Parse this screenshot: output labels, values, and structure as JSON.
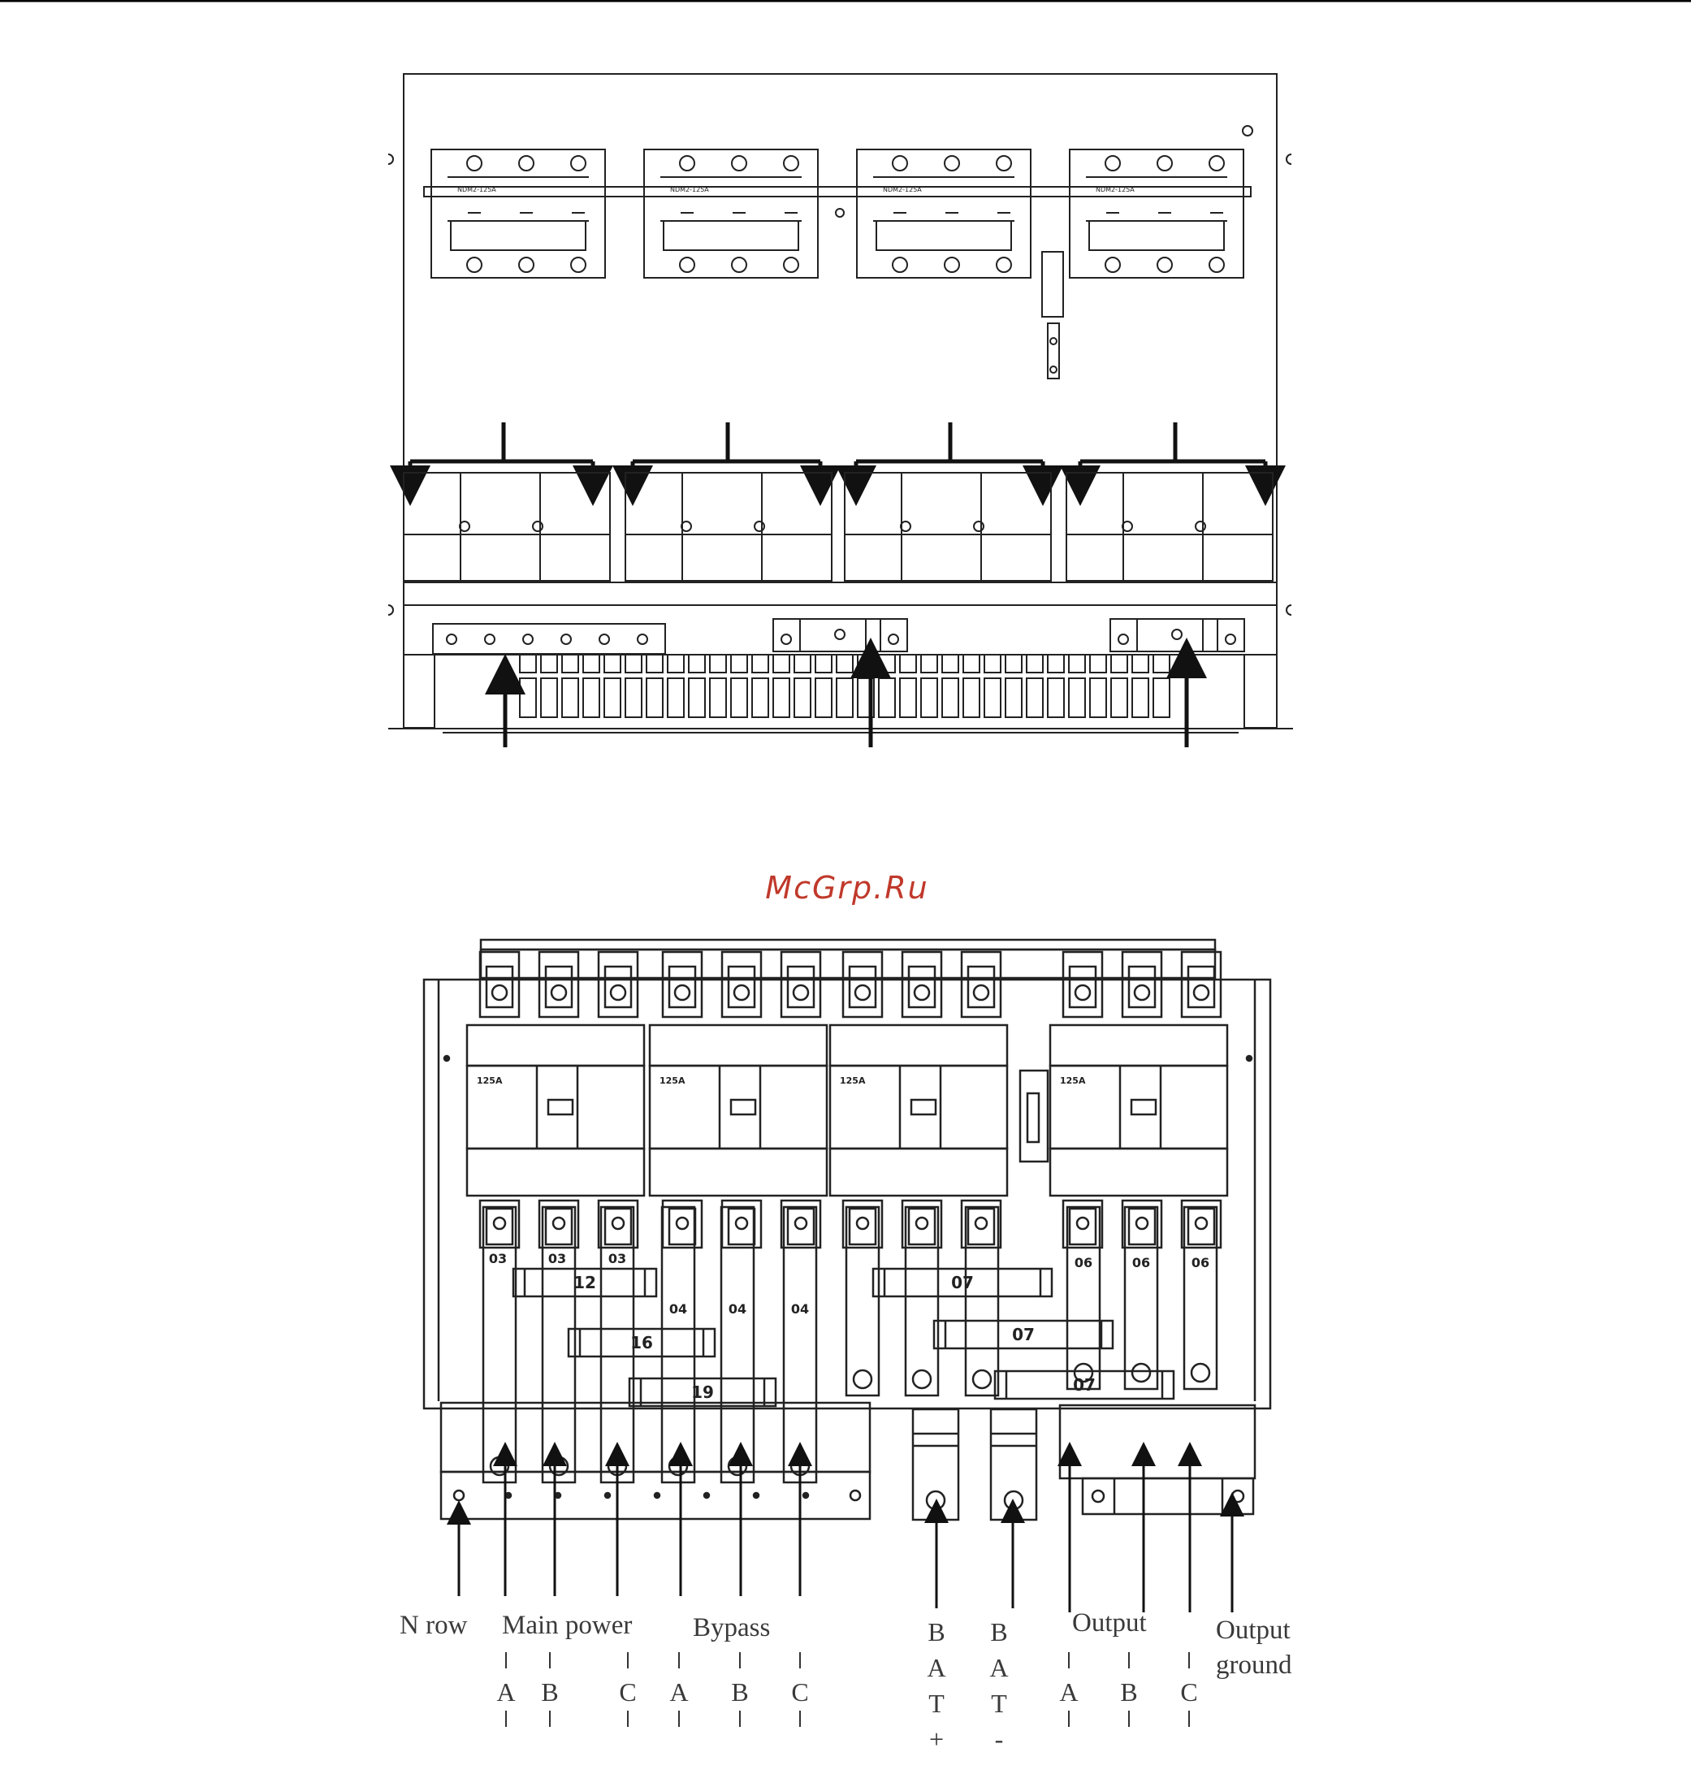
{
  "watermark": "McGrp.Ru",
  "top_diagram": {
    "breaker_labels": [
      "NDM2-125A",
      "NDM2-125A",
      "NDM2-125A",
      "NDM2-125A"
    ]
  },
  "bottom_diagram": {
    "breaker_labels": [
      "125A",
      "125A",
      "125A",
      "125A"
    ],
    "bar_numbers": [
      "03",
      "03",
      "03",
      "12",
      "16",
      "19",
      "04",
      "04",
      "04",
      "07",
      "07",
      "07",
      "06",
      "06",
      "06"
    ],
    "labels": {
      "n_row": "N row",
      "main_power": "Main power",
      "bypass": "Bypass",
      "bat_plus": [
        "B",
        "A",
        "T",
        "+"
      ],
      "bat_minus": [
        "B",
        "A",
        "T",
        "-"
      ],
      "output": "Output",
      "output_ground_line1": "Output",
      "output_ground_line2": "ground",
      "main_phases": [
        "A",
        "B",
        "C"
      ],
      "bypass_phases": [
        "A",
        "B",
        "C"
      ],
      "output_phases": [
        "A",
        "B",
        "C"
      ]
    }
  }
}
